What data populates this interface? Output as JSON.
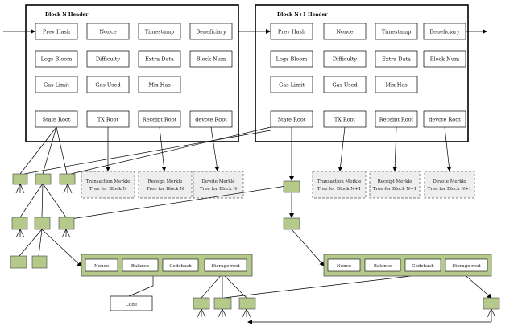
{
  "blocks": [
    {
      "title": "Block N Header",
      "fields": [
        "Prev Hash",
        "Nonce",
        "Timestamp",
        "Beneficiary",
        "Logs Bloom",
        "Difficulty",
        "Extra Data",
        "Block Num",
        "Gas Limit",
        "Gas Used",
        "Mix Has",
        "State Root",
        "TX Root",
        "Receipt Root",
        "devote Root"
      ],
      "merkle_trees": [
        "Transaction Merkle Tree for Block N",
        "Receipt Merkle Tree for Block N",
        "Devote Merkle Tree for Block N"
      ]
    },
    {
      "title": "Block N+1 Header",
      "fields": [
        "Prev Hash",
        "Nonce",
        "Timestamp",
        "Beneficiary",
        "Logs Bloom",
        "Difficulty",
        "Extra Data",
        "Block Num",
        "Gas Limit",
        "Gas Used",
        "Mix Has",
        "State Root",
        "TX Root",
        "Receipt Root",
        "devote Root"
      ],
      "merkle_trees": [
        "Transaction Merkle Tree for Block N+1",
        "Receipt Merkle Tree for Block N+1",
        "Devote Merkle Tree for Block N+1"
      ]
    }
  ],
  "account_fields": [
    "Nonce",
    "Balance",
    "Codehash",
    "Storage root"
  ],
  "code_label": "Code",
  "colors": {
    "node_fill": "#b5c98b",
    "line": "#000000",
    "dashed_fill": "#eeeeee"
  }
}
